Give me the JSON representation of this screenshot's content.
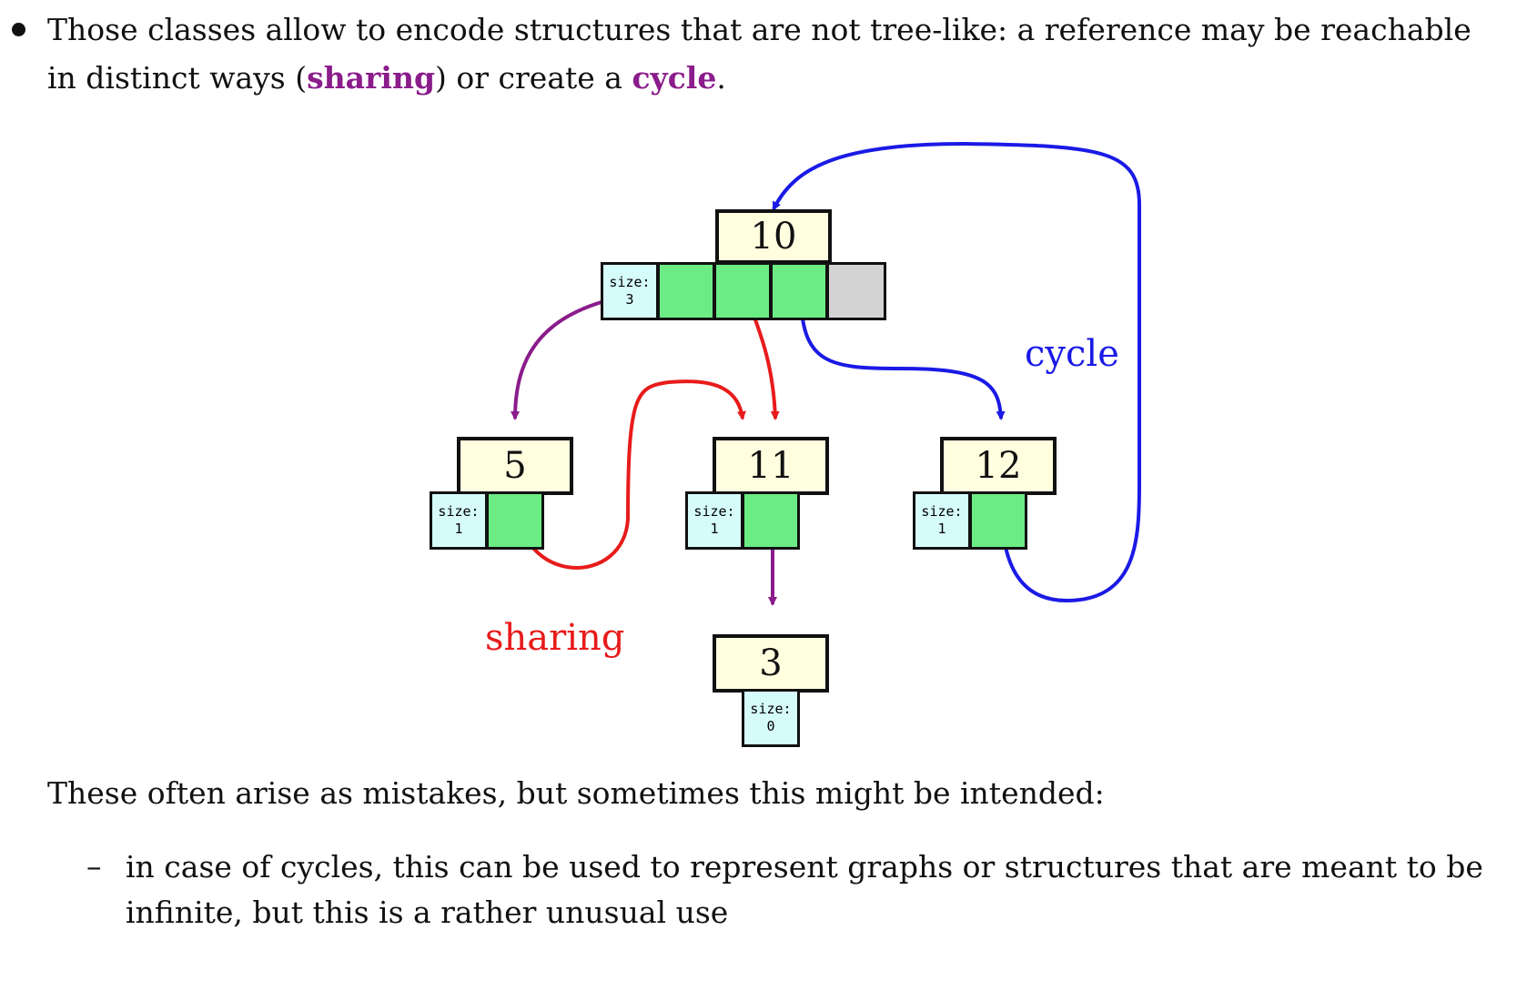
{
  "intro": {
    "part1": "Those classes allow to encode structures that are not tree-like:  a reference may be reachable in distinct ways (",
    "sharing_term": "sharing",
    "part2": ") or create a ",
    "cycle_term": "cycle",
    "part3": "."
  },
  "diagram": {
    "size_word": "size:",
    "nodes": [
      {
        "id": "n10",
        "value": "10",
        "size": "3"
      },
      {
        "id": "n5",
        "value": "5",
        "size": "1"
      },
      {
        "id": "n11",
        "value": "11",
        "size": "1"
      },
      {
        "id": "n12",
        "value": "12",
        "size": "1"
      },
      {
        "id": "n3",
        "value": "3",
        "size": "0"
      }
    ],
    "labels": {
      "sharing": "sharing",
      "cycle": "cycle"
    },
    "colors": {
      "sharing_arrow": "#e81b1b",
      "cycle_arrow": "#1a1ae6",
      "tree_arrow": "#8b1c8b",
      "value_fill": "#ffffe0",
      "pointer_fill": "#6cec84",
      "size_fill": "#d6fbfb",
      "empty_fill": "#d3d3d3"
    }
  },
  "note": "These often arise as mistakes, but sometimes this might be intended:",
  "sub_bullet": {
    "marker": "–",
    "text": "in case of cycles, this can be used to represent graphs or structures that are meant to be infinite, but this is a rather unusual use"
  }
}
